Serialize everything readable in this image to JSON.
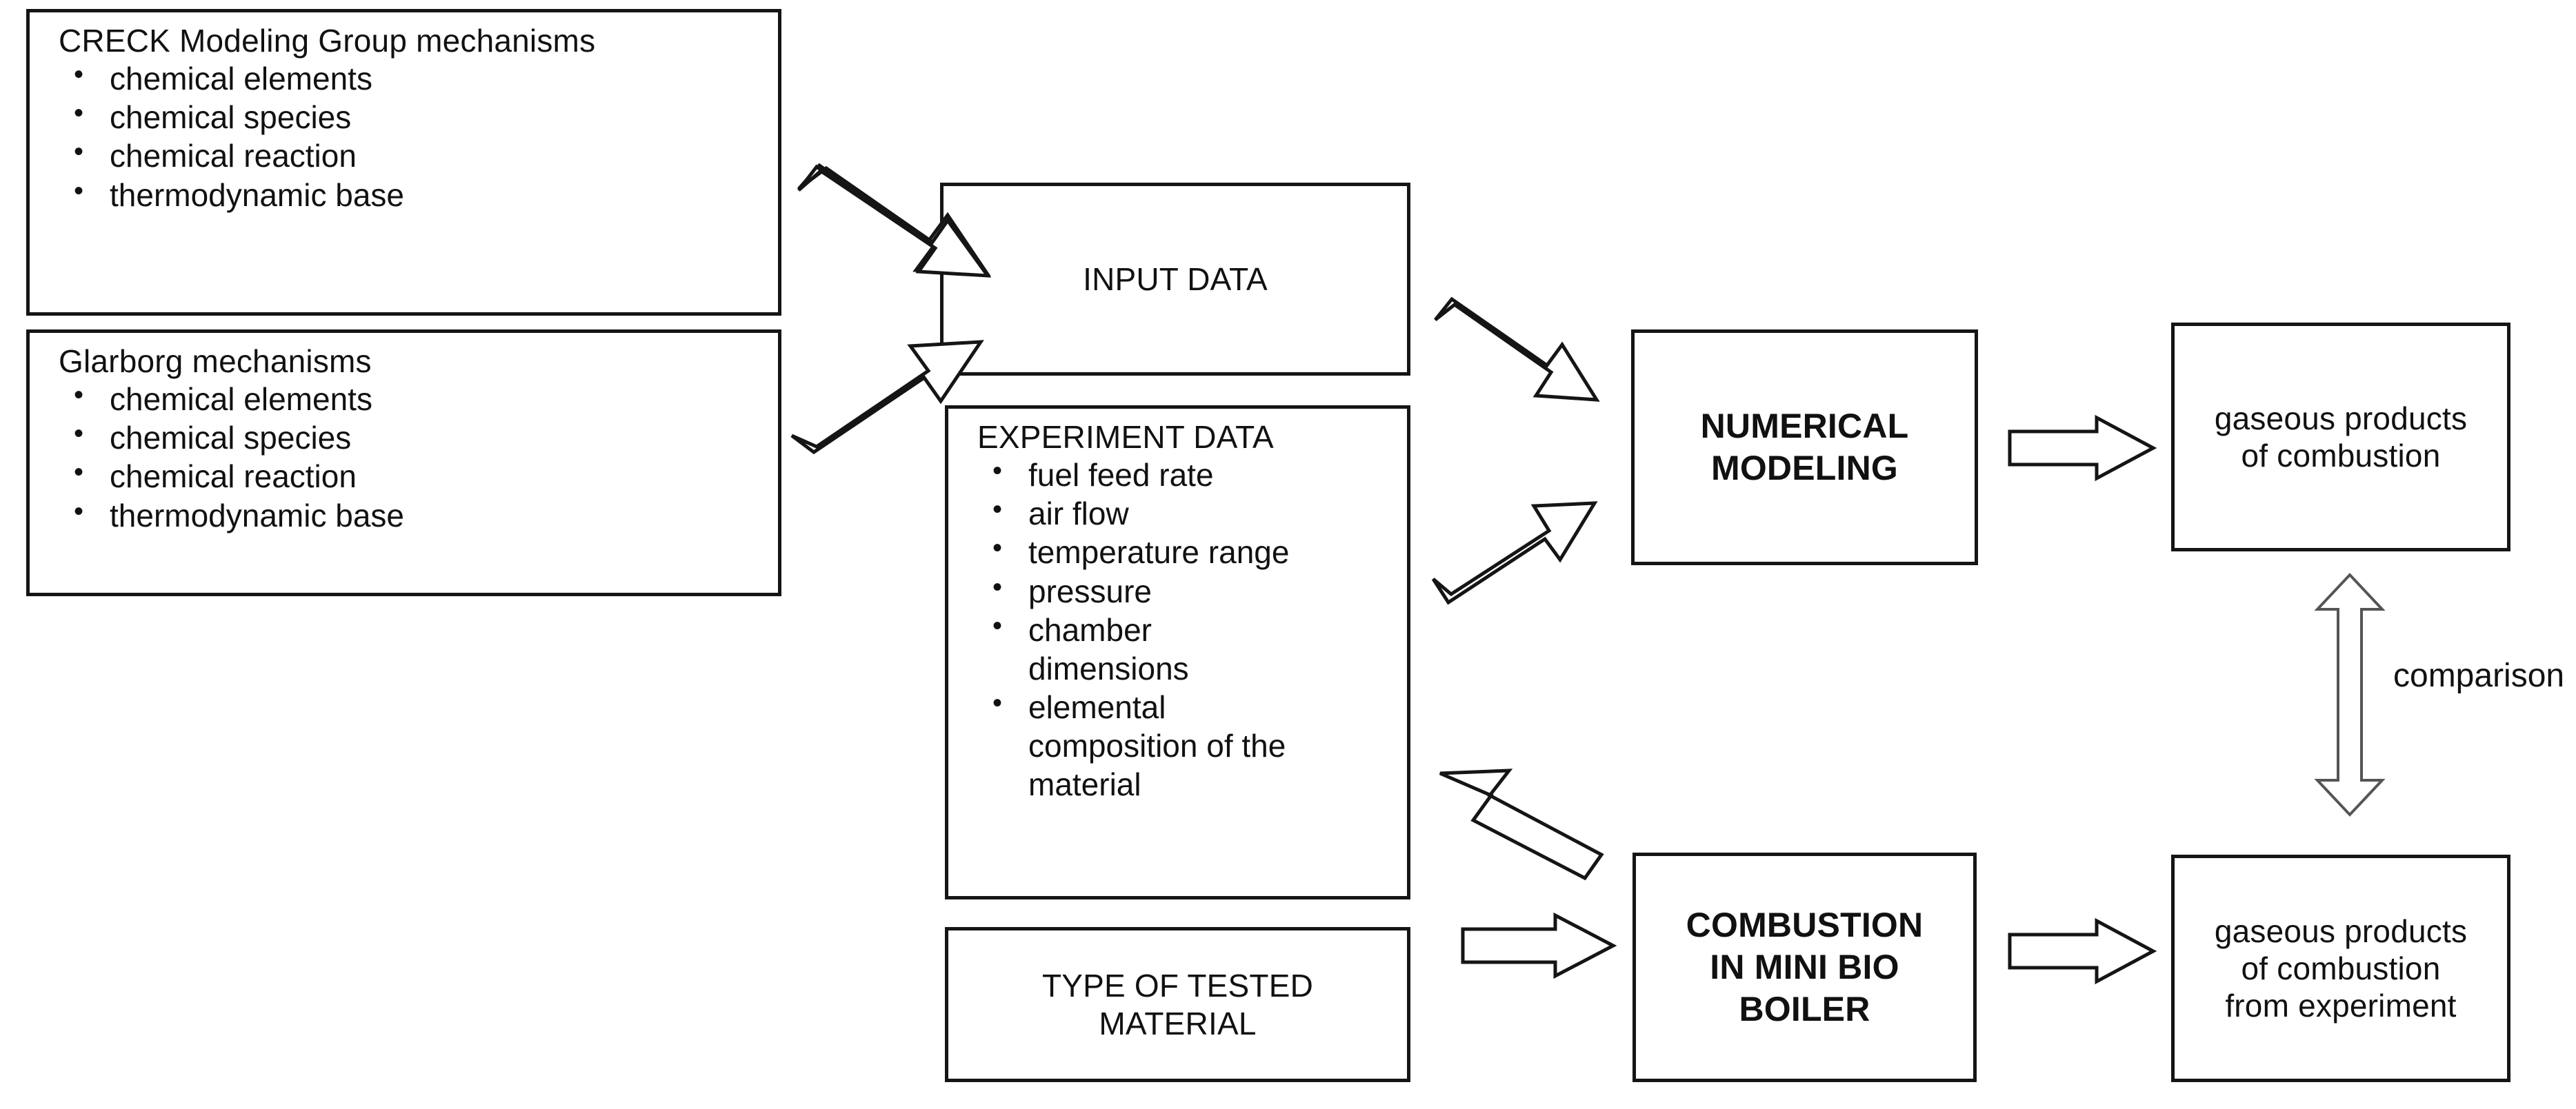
{
  "diagram": {
    "title": "Numerical modeling and experimental combustion comparison flowchart",
    "boxes": {
      "creck": {
        "heading": "CRECK Modeling Group mechanisms",
        "items": [
          "chemical elements",
          "chemical species",
          "chemical reaction",
          "thermodynamic base"
        ]
      },
      "glarborg": {
        "heading": "Glarborg mechanisms",
        "items": [
          "chemical elements",
          "chemical species",
          "chemical reaction",
          "thermodynamic base"
        ]
      },
      "input_data": {
        "heading": "INPUT DATA"
      },
      "experiment_data": {
        "heading": "EXPERIMENT DATA",
        "items": [
          "fuel feed rate",
          "air flow",
          "temperature range",
          "pressure",
          "chamber\ndimensions",
          "elemental\ncomposition of the\nmaterial"
        ]
      },
      "tested_material": {
        "heading": "TYPE OF TESTED\nMATERIAL"
      },
      "numerical_modeling": {
        "heading": "NUMERICAL\nMODELING"
      },
      "combustion_boiler": {
        "heading": "COMBUSTION\nIN MINI BIO\nBOILER"
      },
      "products_model": {
        "heading": "gaseous products\nof combustion"
      },
      "products_experiment": {
        "heading": "gaseous products\nof combustion\nfrom experiment"
      }
    },
    "labels": {
      "comparison": "comparison"
    },
    "arrows": [
      {
        "name": "creck-to-input-data",
        "direction": "down-right"
      },
      {
        "name": "glarborg-to-input-data",
        "direction": "up-right"
      },
      {
        "name": "input-data-to-numerical-modeling",
        "direction": "down-right"
      },
      {
        "name": "experiment-data-to-numerical-modeling",
        "direction": "up-right"
      },
      {
        "name": "combustion-to-experiment-data",
        "direction": "up-left"
      },
      {
        "name": "tested-material-to-combustion",
        "direction": "right"
      },
      {
        "name": "numerical-modeling-to-products",
        "direction": "right"
      },
      {
        "name": "combustion-to-products-experiment",
        "direction": "right"
      },
      {
        "name": "products-comparison",
        "direction": "up-down"
      }
    ],
    "colors": {
      "stroke": "#151515",
      "background": "#ffffff",
      "text": "#111111"
    }
  }
}
